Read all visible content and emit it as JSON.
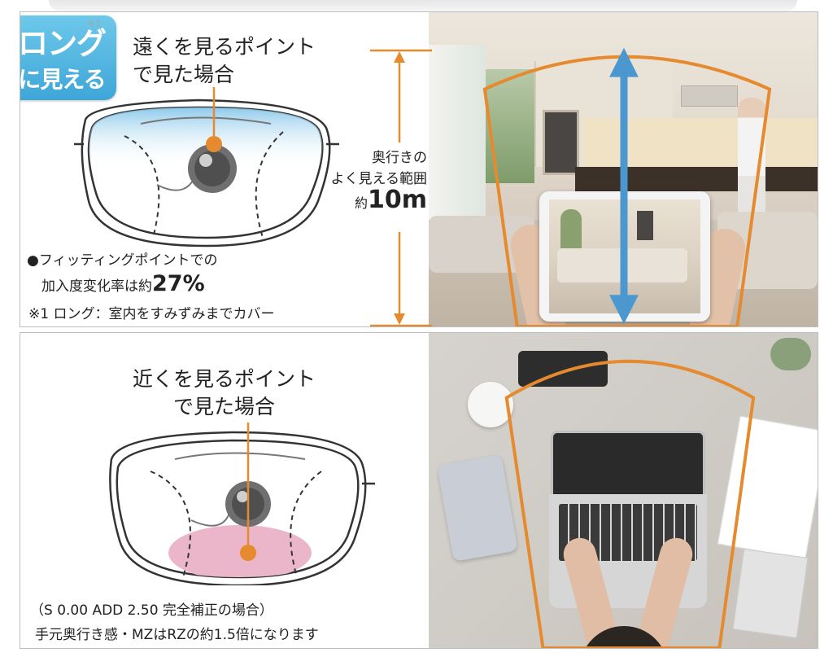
{
  "badge": {
    "line1": "ロング",
    "line2": "に見える",
    "note": "※1"
  },
  "top": {
    "title_line1": "遠くを見るポイント",
    "title_line2": "で見た場合",
    "depth_line1": "奥行きの",
    "depth_line2": "よく見える範囲",
    "depth_prefix": "約",
    "depth_value": "10m",
    "fitting_line1": "●フィッティングポイントでの",
    "fitting_line2_prefix": "加入度変化率は約",
    "fitting_line2_value": "27%",
    "footnote": "※1 ロング：室内をすみずみまでカバー"
  },
  "bottom": {
    "title_line1": "近くを見るポイント",
    "title_line2": "で見た場合",
    "note_line1": "（S 0.00 ADD 2.50 完全補正の場合）",
    "note_line2": "手元奥行き感・MZはRZの約1.5倍になります"
  },
  "colors": {
    "accent_orange": "#e58a2e",
    "arrow_blue": "#4a98cf",
    "badge_blue": "#3ea6d8",
    "lens_blue": "#8ec9e8",
    "lens_pink": "#e9a9c1"
  }
}
